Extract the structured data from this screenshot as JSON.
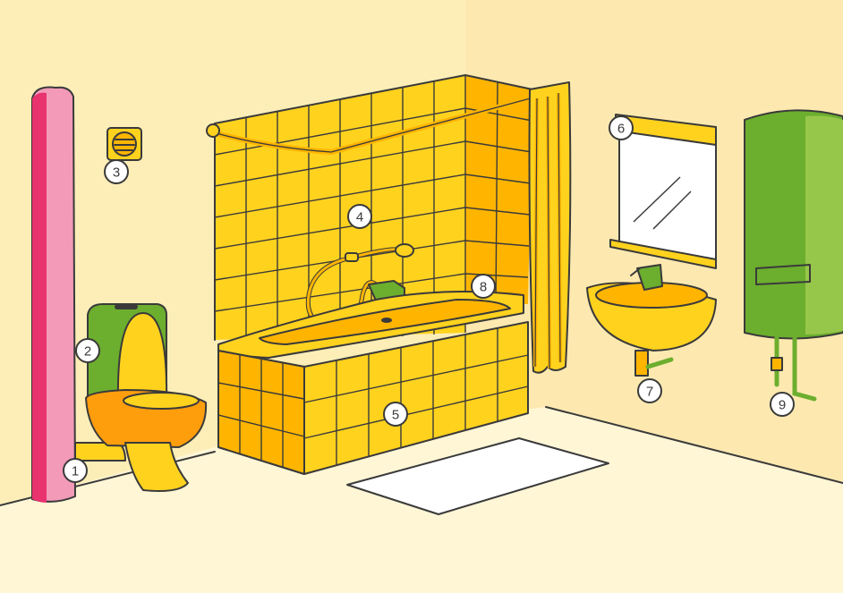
{
  "scene": {
    "colors": {
      "wall": "#fdeeb8",
      "wall_right": "#fde9b0",
      "floor": "#fff6d6",
      "tile": "#ffd21e",
      "tile_side": "#ffb500",
      "green": "#6cae2e",
      "pink": "#f29ab8",
      "magenta": "#e8336f",
      "orange": "#ff9e0d",
      "outline": "#3a3a3a"
    },
    "markers": [
      {
        "id": "1",
        "label": "1",
        "icon": "pipe"
      },
      {
        "id": "2",
        "label": "2",
        "icon": "toilet-cistern"
      },
      {
        "id": "3",
        "label": "3",
        "icon": "ventilation-grille"
      },
      {
        "id": "4",
        "label": "4",
        "icon": "shower-hose"
      },
      {
        "id": "5",
        "label": "5",
        "icon": "tiled-bath-panel"
      },
      {
        "id": "6",
        "label": "6",
        "icon": "mirror-light"
      },
      {
        "id": "7",
        "label": "7",
        "icon": "sink-siphon"
      },
      {
        "id": "8",
        "label": "8",
        "icon": "bathtub-overflow"
      },
      {
        "id": "9",
        "label": "9",
        "icon": "water-heater-valve"
      }
    ]
  }
}
